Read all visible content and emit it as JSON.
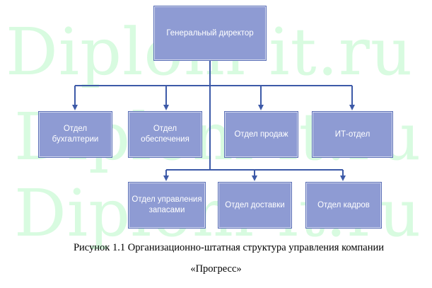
{
  "watermark": {
    "text": "Diplom-it.ru"
  },
  "colors": {
    "node_fill": "#8e9bd3",
    "node_border": "#5b6fb6",
    "connector": "#3d5aa8",
    "watermark": "#d8fbe0"
  },
  "org_chart": {
    "root": {
      "label": "Генеральный директор"
    },
    "level1": [
      {
        "id": "acc",
        "label": "Отдел бухгалтерии"
      },
      {
        "id": "sup",
        "label": "Отдел обеспечения"
      },
      {
        "id": "sales",
        "label": "Отдел продаж"
      },
      {
        "id": "it",
        "label": "ИТ-отдел"
      }
    ],
    "level2": [
      {
        "id": "stock",
        "label": "Отдел управления запасами"
      },
      {
        "id": "deliv",
        "label": "Отдел доставки"
      },
      {
        "id": "hr",
        "label": "Отдел кадров"
      }
    ]
  },
  "caption": {
    "line1": "Рисунок 1.1 Организационно-штатная структура управления компании",
    "line2": "«Прогресс»"
  }
}
